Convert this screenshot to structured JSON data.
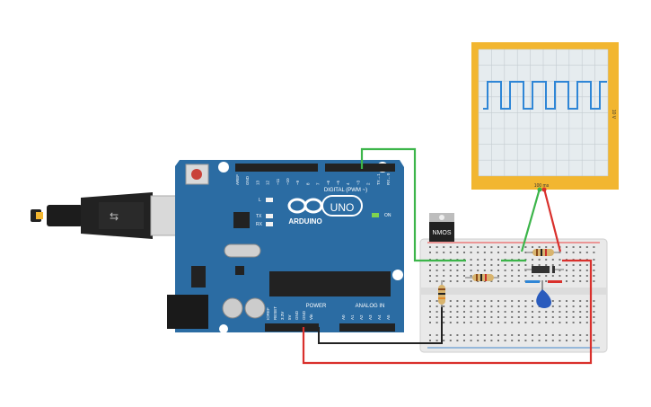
{
  "board": {
    "brand": "ARDUINO",
    "model": "UNO",
    "digital_label": "DIGITAL (PWM ~)",
    "analog_label": "ANALOG IN",
    "power_label": "POWER",
    "on_label": "ON",
    "l_label": "L",
    "tx_label": "TX",
    "rx_label": "RX",
    "digital_pins": [
      "AREF",
      "GND",
      "13",
      "12",
      "~11",
      "~10",
      "~9",
      "8",
      "7",
      "~6",
      "~5",
      "4",
      "~3",
      "2",
      "TX→1",
      "RX←0"
    ],
    "power_pins": [
      "IOREF",
      "RESET",
      "3.3V",
      "5V",
      "GND",
      "GND",
      "Vin"
    ],
    "analog_pins": [
      "A0",
      "A1",
      "A2",
      "A3",
      "A4",
      "A5"
    ]
  },
  "components": {
    "transistor_label": "NMOS",
    "oscilloscope_time": "100 ms",
    "oscilloscope_volts": "10 V"
  },
  "colors": {
    "board": "#2b6ca3",
    "breadboard": "#e9e9e9",
    "wire_green": "#3cb54a",
    "wire_red": "#d9302c",
    "wire_black": "#222222",
    "scope_frame": "#f2b630",
    "scope_trace": "#2f86d6"
  }
}
